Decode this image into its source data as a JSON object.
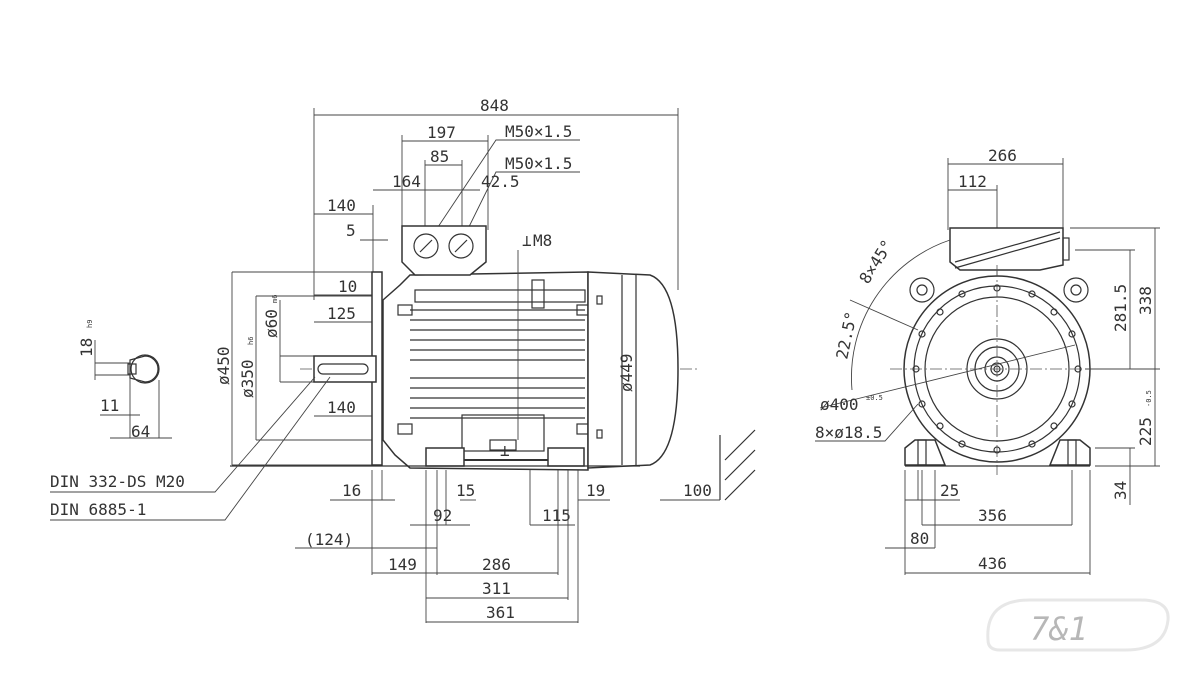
{
  "side_view": {
    "dims": {
      "overall_length": "848",
      "terminal_box_width": "197",
      "gland_pitch": "85",
      "gland_offset_a": "164",
      "gland_offset_b": "42.5",
      "box_from_flange": "140",
      "flange_step": "5",
      "flange_spigot": "10",
      "shaft_key_length": "125",
      "shaft_length": "140",
      "flange_diameter": "ø450",
      "spigot_diameter": "ø350",
      "spigot_tol": "h6",
      "shaft_diameter": "ø60",
      "shaft_tol": "m6",
      "housing_diameter": "ø449",
      "earth_thread": "M8",
      "earth_symbol": "⊥",
      "flange_thickness": "16",
      "foot_a": "15",
      "foot_b": "19",
      "rear_clearance": "100",
      "foot_hole_a": "92",
      "foot_hole_b": "115",
      "bracket": "(124)",
      "shaft_to_foot": "149",
      "foot_centres": "286",
      "foot_outer": "311",
      "foot_overall": "361"
    },
    "glands": [
      "M50×1.5",
      "M50×1.5"
    ],
    "callouts": [
      "DIN 332-DS M20",
      "DIN 6885-1"
    ]
  },
  "key_view": {
    "dims": {
      "key_height": "18",
      "key_height_tol": "h9",
      "key_width": "11",
      "shaft_depth": "64"
    }
  },
  "end_view": {
    "dims": {
      "box_width": "266",
      "box_offset": "112",
      "box_height": "281.5",
      "overall_height": "338",
      "shaft_height": "225",
      "shaft_height_tol": "-0.5",
      "foot_height": "34",
      "foot_hole": "25",
      "foot_hole_centres": "356",
      "foot_edge": "80",
      "foot_width": "436",
      "pcd": "ø400",
      "pcd_tol": "±0.5",
      "holes": "8×ø18.5",
      "hole_spacing": "8×45°",
      "hole_angle": "22.5°"
    }
  },
  "logo": {
    "text": "7&1"
  }
}
